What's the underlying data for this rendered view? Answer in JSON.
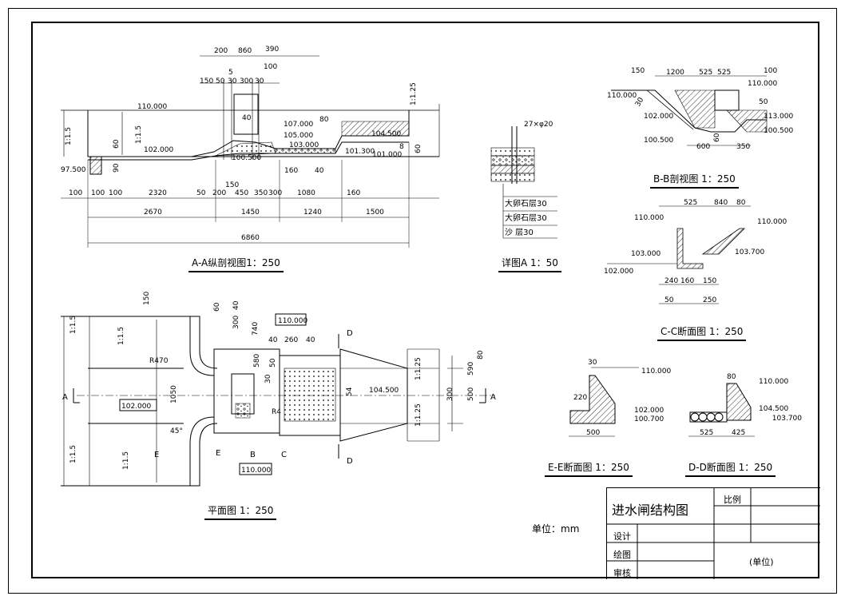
{
  "views": {
    "aa": {
      "caption": "A-A纵剖视图1：250",
      "top_dims": [
        "200",
        "860",
        "390",
        "5",
        "100",
        "150",
        "50",
        "30",
        "300",
        "30"
      ],
      "elevations": [
        "110.000",
        "107.000",
        "105.000",
        "103.000",
        "102.000",
        "101.300",
        "101.000",
        "104.500",
        "100.500",
        "97.500"
      ],
      "slopes": [
        "1:1.5",
        "1:1.5",
        "1:1.25"
      ],
      "misc": [
        "40",
        "80",
        "60",
        "90",
        "60",
        "8",
        "160",
        "40"
      ],
      "dim_row1": [
        "100",
        "100",
        "100",
        "2320",
        "50",
        "200",
        "150",
        "450",
        "350",
        "300",
        "1080",
        "160"
      ],
      "dim_row2": [
        "2670",
        "1450",
        "1240",
        "1500"
      ],
      "dim_total": "6860"
    },
    "detail": {
      "caption": "详图A 1：50",
      "dim": "27×φ20",
      "layers": [
        "大卵石层30",
        "大卵石层30",
        "沙    层30"
      ]
    },
    "bb": {
      "caption": "B-B剖视图 1：250",
      "dims": [
        "150",
        "1200",
        "525",
        "525",
        "100",
        "600",
        "350",
        "60",
        "30",
        "50"
      ],
      "elevations": [
        "110.000",
        "110.000",
        "102.000",
        "100.500",
        "113.000",
        "100.500"
      ]
    },
    "cc": {
      "caption": "C-C断面图 1：250",
      "dims": [
        "525",
        "840",
        "80",
        "240",
        "160",
        "150",
        "50",
        "250"
      ],
      "elevations": [
        "110.000",
        "110.000",
        "103.000",
        "103.700",
        "102.000"
      ]
    },
    "ee": {
      "caption": "E-E断面图 1：250",
      "dims": [
        "30",
        "220",
        "500"
      ],
      "elevations": [
        "110.000",
        "102.000",
        "100.700"
      ]
    },
    "dd": {
      "caption": "D-D断面图 1：250",
      "dims": [
        "80",
        "525",
        "425"
      ],
      "elevations": [
        "110.000",
        "104.500",
        "103.700"
      ]
    },
    "plan": {
      "caption": "平面图 1：250",
      "labels": [
        "A",
        "A",
        "B",
        "C",
        "D",
        "D",
        "E",
        "E",
        "R470",
        "R4",
        "45°"
      ],
      "dims": [
        "150",
        "60",
        "40",
        "300",
        "740",
        "40",
        "260",
        "40",
        "580",
        "1050",
        "30",
        "50",
        "54",
        "300",
        "500",
        "590",
        "80"
      ],
      "elevations": [
        "110.000",
        "102.000",
        "110.000",
        "104.500"
      ],
      "slopes": [
        "1:1.5",
        "1:1.5",
        "1:1.5",
        "1:1.5",
        "1:1.25",
        "1:1.25"
      ]
    }
  },
  "unit_label": "单位：mm",
  "title_block": {
    "title": "进水闸结构图",
    "scale_label": "比例",
    "rows": [
      "设计",
      "绘图",
      "审核"
    ],
    "unit_cell": "(单位)"
  }
}
